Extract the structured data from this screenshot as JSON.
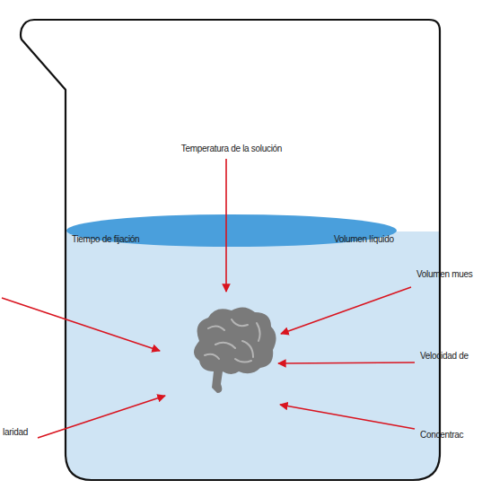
{
  "diagram": {
    "labels": [
      "Temperatura de la solución",
      "Tiempo de fijación",
      "Volumen líquido",
      "Volumen mues",
      "Velocidad de",
      "Concentrac",
      "laridad"
    ]
  }
}
